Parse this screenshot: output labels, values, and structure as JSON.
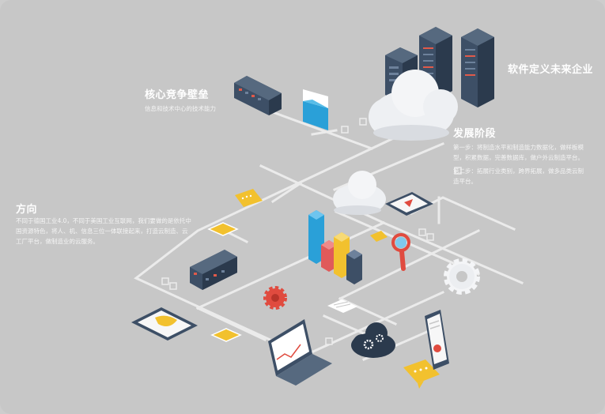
{
  "colors": {
    "background": "#c7c7c7",
    "lines": "#ebebeb",
    "server": "#3d4f66",
    "cloud": "#eef0f3",
    "chip": "#f2c12e",
    "gear_red": "#e04b3f",
    "accent_blue": "#2aa0d8"
  },
  "core": {
    "title": "核心竞争壁垒",
    "desc": "信息和技术中心的技术能力"
  },
  "direction": {
    "title": "方向",
    "desc": "不同于德国工业4.0，不同于美国工业互联网，我们要做的是依托中国资源特色，将人、机、信息三位一体联接起来，打造云制造、云工厂平台，做制造业的云服务。"
  },
  "stage": {
    "title": "发展阶段",
    "step1": "第一步：将制造水平和制造能力数据化，做样板模型，积累数据，完善数据库，做户外云制造平台。",
    "step2": "第二步：拓展行业类别，跨界拓展，做多品类云制造平台。"
  },
  "software": {
    "title": "软件定义未来企业"
  },
  "icons": [
    "server-rack-icon",
    "server-tower-icon",
    "cloud-icon",
    "folder-icon",
    "chip-icon",
    "chat-bubble-icon",
    "bar-chart-icon",
    "magnifier-icon",
    "gear-icon",
    "tablet-icon",
    "laptop-icon",
    "smartphone-icon",
    "cloud-gears-icon",
    "document-icon",
    "play-screen-icon"
  ]
}
